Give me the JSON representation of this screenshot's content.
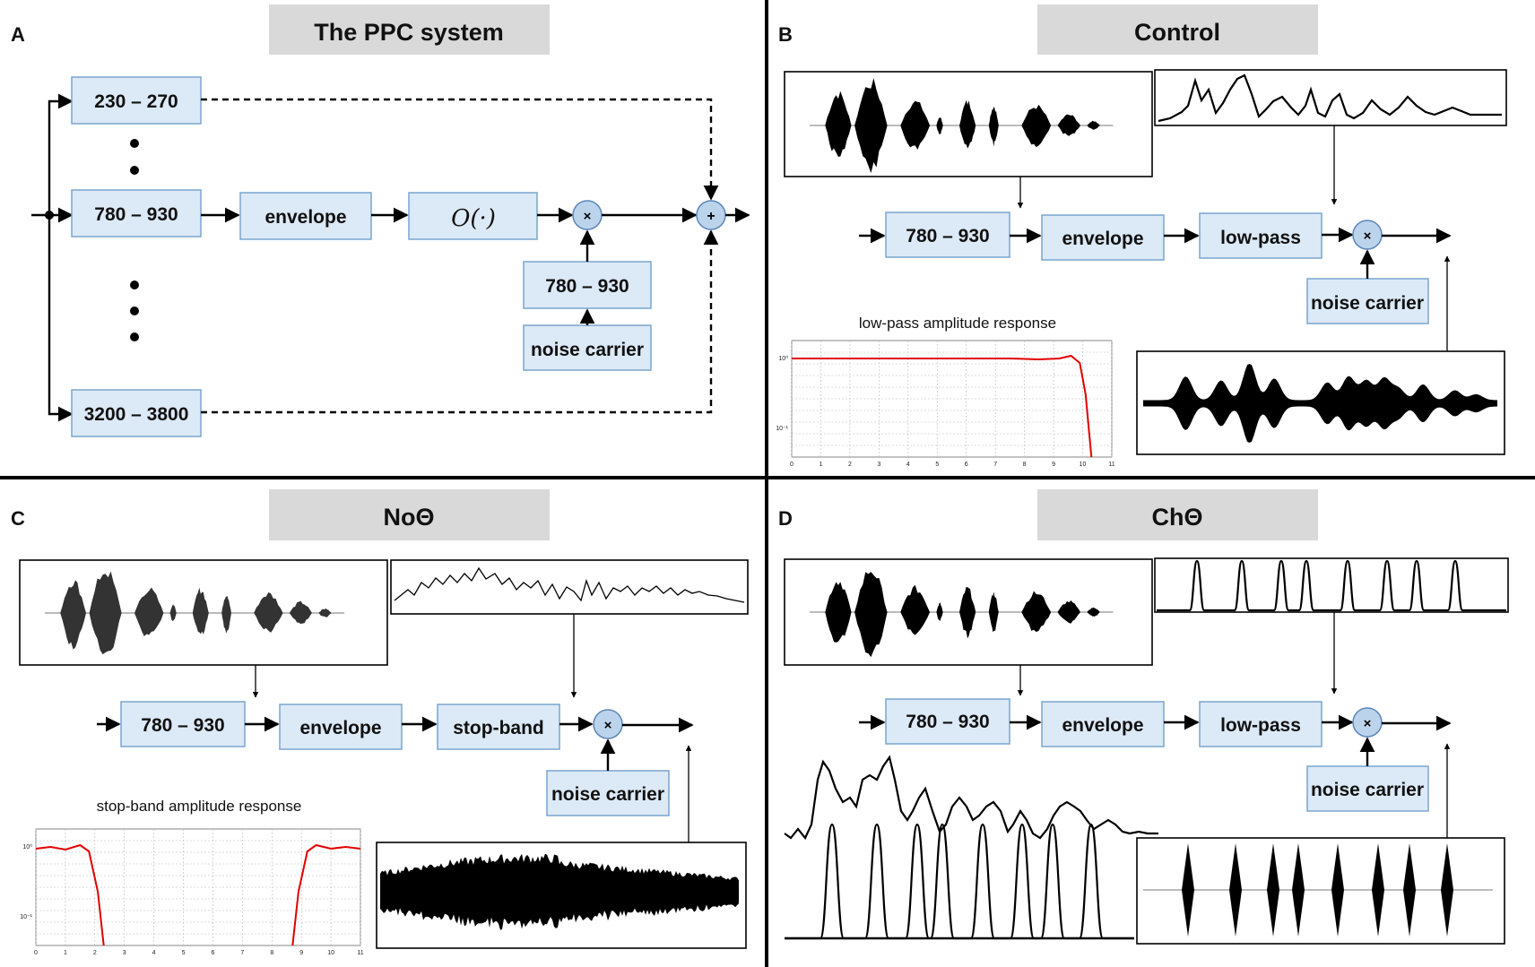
{
  "panels": {
    "A": {
      "letter": "A",
      "title": "The PPC system",
      "band1": "230 – 270",
      "band2": "780 – 930",
      "band3": "3200 – 3800",
      "envelope": "envelope",
      "operator": "O(·)",
      "band_mod": "780 – 930",
      "noise": "noise carrier",
      "mult": "×",
      "sum": "+"
    },
    "B": {
      "letter": "B",
      "title": "Control",
      "band": "780 – 930",
      "envelope": "envelope",
      "filter": "low-pass",
      "noise": "noise carrier",
      "mult": "×",
      "response_caption": "low-pass amplitude response"
    },
    "C": {
      "letter": "C",
      "title": "NoΘ",
      "band": "780 – 930",
      "envelope": "envelope",
      "filter": "stop-band",
      "noise": "noise carrier",
      "mult": "×",
      "response_caption": "stop-band amplitude response"
    },
    "D": {
      "letter": "D",
      "title": "ChΘ",
      "band": "780 – 930",
      "envelope": "envelope",
      "filter": "low-pass",
      "noise": "noise carrier",
      "mult": "×"
    }
  },
  "response_axes": {
    "x_ticks": [
      "0",
      "1",
      "2",
      "3",
      "4",
      "5",
      "6",
      "7",
      "8",
      "9",
      "10",
      "11"
    ],
    "y_top": "10⁰",
    "y_bottom": "10⁻¹"
  },
  "colors": {
    "box_fill": "#dce9f6",
    "box_stroke": "#7aa6cf",
    "title_fill": "#d9d9d9",
    "response": "#e00000",
    "circle": "#bcd3ec"
  }
}
